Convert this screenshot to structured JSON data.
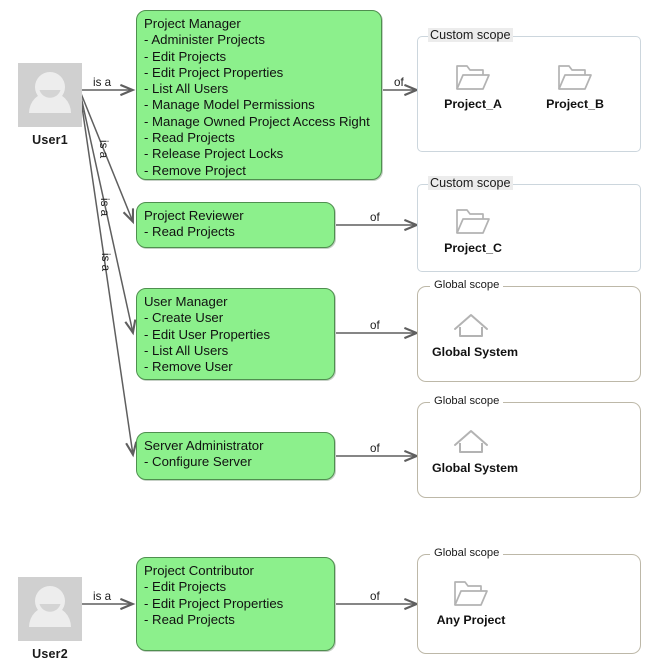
{
  "diagram": {
    "title": "User role and scope assignment diagram",
    "colors": {
      "role_fill": "#8cf08c",
      "role_border": "#4f8f4f",
      "custom_scope_border": "#ccd6dd",
      "global_scope_border": "#bdb8a8",
      "connector": "#666666",
      "avatar_bg": "#d0d0d0",
      "avatar_fg": "#ededed"
    },
    "actors": [
      {
        "id": "user1",
        "label": "User1",
        "icon": "user-avatar-icon"
      },
      {
        "id": "user2",
        "label": "User2",
        "icon": "user-avatar-icon"
      }
    ],
    "roles": [
      {
        "id": "project-manager",
        "name": "Project Manager",
        "permissions": [
          "- Administer Projects",
          "- Edit Projects",
          "- Edit Project Properties",
          "- List All Users",
          "- Manage Model Permissions",
          "- Manage Owned Project Access Right",
          "- Read Projects",
          "- Release Project Locks",
          "- Remove Project"
        ]
      },
      {
        "id": "project-reviewer",
        "name": "Project Reviewer",
        "permissions": [
          "- Read Projects"
        ]
      },
      {
        "id": "user-manager",
        "name": "User Manager",
        "permissions": [
          "- Create User",
          "- Edit User Properties",
          "- List All Users",
          "- Remove User"
        ]
      },
      {
        "id": "server-administrator",
        "name": "Server Administrator",
        "permissions": [
          "- Configure Server"
        ]
      },
      {
        "id": "project-contributor",
        "name": "Project Contributor",
        "permissions": [
          "- Edit Projects",
          "- Edit Project Properties",
          "- Read Projects"
        ]
      }
    ],
    "scopes": [
      {
        "id": "scope-custom-ab",
        "type": "custom",
        "legend": "Custom scope",
        "items": [
          {
            "label": "Project_A",
            "icon": "folder-icon"
          },
          {
            "label": "Project_B",
            "icon": "folder-icon"
          }
        ]
      },
      {
        "id": "scope-custom-c",
        "type": "custom",
        "legend": "Custom scope",
        "items": [
          {
            "label": "Project_C",
            "icon": "folder-icon"
          }
        ]
      },
      {
        "id": "scope-global-system-1",
        "type": "global",
        "legend": "Global scope",
        "items": [
          {
            "label": "Global System",
            "icon": "home-icon"
          }
        ]
      },
      {
        "id": "scope-global-system-2",
        "type": "global",
        "legend": "Global scope",
        "items": [
          {
            "label": "Global System",
            "icon": "home-icon"
          }
        ]
      },
      {
        "id": "scope-global-any-project",
        "type": "global",
        "legend": "Global scope",
        "items": [
          {
            "label": "Any Project",
            "icon": "folder-icon"
          }
        ]
      }
    ],
    "edges": {
      "is_a_label": "is a",
      "of_label": "of",
      "assignments": [
        {
          "from": "user1",
          "label": "is a",
          "to": "project-manager"
        },
        {
          "from": "user1",
          "label": "is a",
          "to": "project-reviewer"
        },
        {
          "from": "user1",
          "label": "is a",
          "to": "user-manager"
        },
        {
          "from": "user1",
          "label": "is a",
          "to": "server-administrator"
        },
        {
          "from": "user2",
          "label": "is a",
          "to": "project-contributor"
        },
        {
          "from": "project-manager",
          "label": "of",
          "to": "scope-custom-ab"
        },
        {
          "from": "project-reviewer",
          "label": "of",
          "to": "scope-custom-c"
        },
        {
          "from": "user-manager",
          "label": "of",
          "to": "scope-global-system-1"
        },
        {
          "from": "server-administrator",
          "label": "of",
          "to": "scope-global-system-2"
        },
        {
          "from": "project-contributor",
          "label": "of",
          "to": "scope-global-any-project"
        }
      ]
    }
  }
}
